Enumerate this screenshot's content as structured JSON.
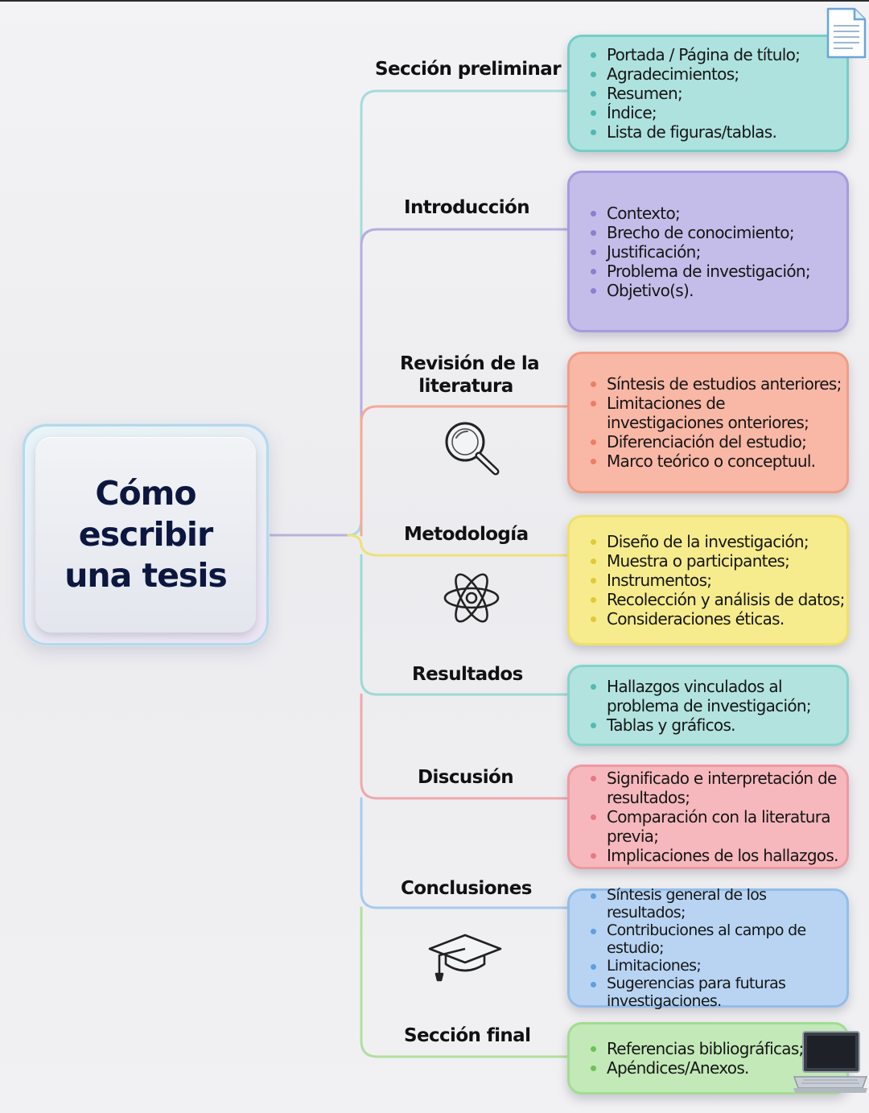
{
  "title": {
    "lines": [
      "Cómo",
      "escribir",
      "una tesis"
    ]
  },
  "sections": [
    {
      "label": "Sección preliminar",
      "color": "#8fd3d0",
      "bg": "#aee2de",
      "border": "#76cdc7",
      "dot": "#4fb7b2",
      "items": [
        "Portada / Página de título;",
        "Agradecimientos;",
        "Resumen;",
        "Índice;",
        "Lista de figuras/tablas."
      ]
    },
    {
      "label": "Introducción",
      "color": "#a99fdc",
      "bg": "#c4bde9",
      "border": "#a79bdf",
      "dot": "#8a7fd0",
      "items": [
        "Contexto;",
        "Brecho de conocimiento;",
        "Justificación;",
        "Problema de investigación;",
        "Objetivo(s)."
      ]
    },
    {
      "label": "Revisión de la literatura",
      "label_lines": [
        "Revisión de la",
        "literatura"
      ],
      "icon": "magnifying-glass-icon",
      "color": "#f39a84",
      "bg": "#f9b7a6",
      "border": "#f29c86",
      "dot": "#ee7d63",
      "items": [
        "Síntesis de estudios anteriores;",
        "Limitaciones de investigaciones onteriores;",
        "Diferenciación del estudio;",
        "Marco teórico o conceptuul."
      ]
    },
    {
      "label": "Metodología",
      "icon": "atom-icon",
      "color": "#f1df5c",
      "bg": "#f6ec8d",
      "border": "#efe06a",
      "dot": "#e3c836",
      "items": [
        "Diseño de la investigación;",
        "Muestra o participantes;",
        "Instrumentos;",
        "Recolección y análisis de datos;",
        "Consideraciones éticas."
      ]
    },
    {
      "label": "Resultados",
      "color": "#8fd3cd",
      "bg": "#b2e3df",
      "border": "#84d3cc",
      "dot": "#54b9b2",
      "items": [
        "Hallazgos vinculados al problema de investigación;",
        "Tablas y gráficos."
      ]
    },
    {
      "label": "Discusión",
      "color": "#ef9aa2",
      "bg": "#f6b8bd",
      "border": "#ef99a1",
      "dot": "#e77883",
      "items": [
        "Significado e interpretación de resultados;",
        "Comparación con la literatura previa;",
        "Implicaciones de los hallazgos."
      ]
    },
    {
      "label": "Conclusiones",
      "icon": "graduation-cap-icon",
      "color": "#98c2ec",
      "bg": "#b8d4f2",
      "border": "#93bdea",
      "dot": "#5f9fe0",
      "items": [
        "Síntesis general de los resultados;",
        "Contribuciones al campo de estudio;",
        "Limitaciones;",
        "Sugerencias para futuras investigaciones."
      ]
    },
    {
      "label": "Sección final",
      "color": "#a6dc98",
      "bg": "#c3e9b8",
      "border": "#a2dc92",
      "dot": "#6cc257",
      "items": [
        "Referencias bibliográficas;",
        "Apéndices/Anexos."
      ]
    }
  ],
  "decorations": {
    "top_right_icon": "document-icon",
    "bottom_right_icon": "laptop-icon"
  }
}
